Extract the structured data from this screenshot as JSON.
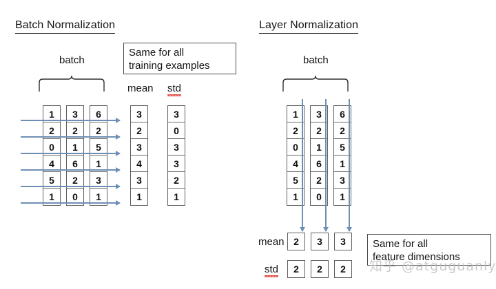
{
  "figure": {
    "watermark": "知乎 @atguguanly"
  },
  "batch_norm": {
    "title": "Batch Normalization",
    "batch_label": "batch",
    "callout": "Same for all\ntraining examples",
    "mean_label": "mean",
    "std_label": "std",
    "matrix": [
      [
        1,
        3,
        6
      ],
      [
        2,
        2,
        2
      ],
      [
        0,
        1,
        5
      ],
      [
        4,
        6,
        1
      ],
      [
        5,
        2,
        3
      ],
      [
        1,
        0,
        1
      ]
    ],
    "mean_values": [
      3,
      2,
      3,
      4,
      3,
      1
    ],
    "std_values": [
      3,
      0,
      3,
      3,
      2,
      1
    ],
    "arrow_direction": "horizontal-right",
    "arrow_count": 6
  },
  "layer_norm": {
    "title": "Layer Normalization",
    "batch_label": "batch",
    "callout": "Same for all\nfeature dimensions",
    "mean_label": "mean",
    "std_label": "std",
    "matrix": [
      [
        1,
        3,
        6
      ],
      [
        2,
        2,
        2
      ],
      [
        0,
        1,
        5
      ],
      [
        4,
        6,
        1
      ],
      [
        5,
        2,
        3
      ],
      [
        1,
        0,
        1
      ]
    ],
    "mean_values": [
      2,
      3,
      3
    ],
    "std_values": [
      2,
      2,
      2
    ],
    "arrow_direction": "vertical-down",
    "arrow_count": 3
  },
  "colors": {
    "arrow": "#6e8fb5",
    "cell_border": "#5d5d5d",
    "text": "#141414",
    "spellcheck": "#e03a2f"
  }
}
